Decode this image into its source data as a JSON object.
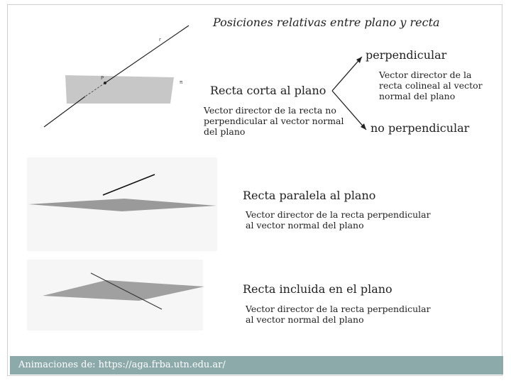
{
  "title": "Posiciones relativas entre plano y recta",
  "case_secant": {
    "label": "Recta corta al plano",
    "desc": "Vector director de la recta no perpendicular al vector normal del plano"
  },
  "perpendicular": {
    "label": "perpendicular",
    "desc": "Vector director de la recta colineal al vector normal del plano"
  },
  "non_perpendicular": {
    "label": "no perpendicular"
  },
  "case_parallel": {
    "label": "Recta paralela al plano",
    "desc": "Vector director de la recta perpendicular al vector normal del plano"
  },
  "case_included": {
    "label": "Recta incluida en el plano",
    "desc": "Vector director de la recta perpendicular al vector normal del plano"
  },
  "fig1_labels": {
    "line": "r",
    "point": "P",
    "plane": "π"
  },
  "footer": "Animaciones de: https://aga.frba.utn.edu.ar/"
}
